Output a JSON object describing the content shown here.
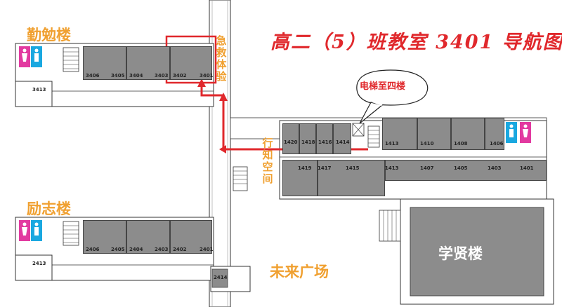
{
  "title": "高二（5）班教室 3401 导航图",
  "buildings": {
    "qinmian": "勤勉楼",
    "lizhi": "励志楼",
    "xuexian": "学贤楼",
    "weilai": "未来广场"
  },
  "vertical_labels": {
    "jijiu": [
      "急",
      "救",
      "体",
      "验"
    ],
    "xingzhi": [
      "行",
      "知",
      "空",
      "间"
    ]
  },
  "elevator_note": "电梯至四楼",
  "rooms": {
    "qinmian": [
      "3406",
      "3405",
      "3404",
      "3403",
      "3402",
      "3401",
      "3413"
    ],
    "lizhi": [
      "2406",
      "2405",
      "2404",
      "2403",
      "2402",
      "2401",
      "2413",
      "2414"
    ],
    "east_top": [
      "1420",
      "1418",
      "1416",
      "1414",
      "1413",
      "1410",
      "1408",
      "1406"
    ],
    "east_bottom": [
      "1419",
      "1417",
      "1415",
      "1413",
      "1407",
      "1405",
      "1403",
      "1401"
    ]
  },
  "colors": {
    "route": "#e0282c",
    "label": "#f0a030",
    "room": "#8c8c8c",
    "female": "#e23aa0",
    "male": "#1aa8e0"
  }
}
